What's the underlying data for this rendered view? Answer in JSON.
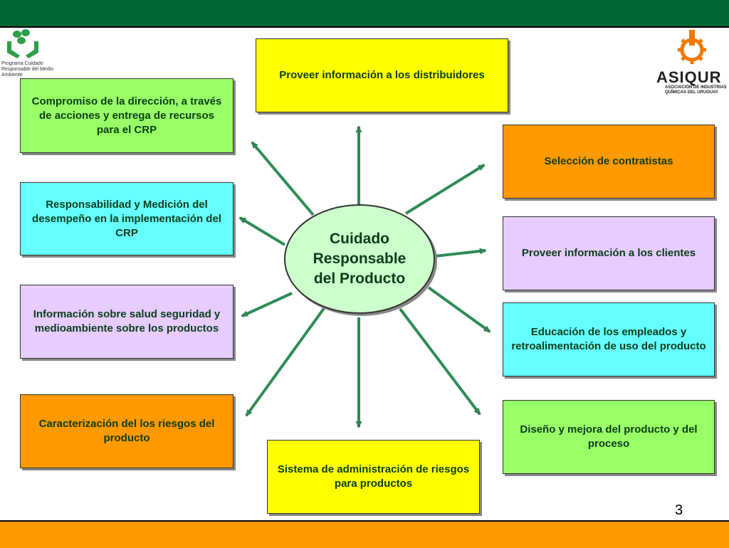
{
  "center": {
    "line1": "Cuidado",
    "line2": "Responsable",
    "line3": "del Producto"
  },
  "boxes": {
    "distribuidores": "Proveer información  a los distribuidores",
    "compromiso": "Compromiso de la dirección, a través de acciones y entrega de recursos para el CRP",
    "contratistas": "Selección de contratistas",
    "responsabilidad": "Responsabilidad y Medición del desempeño en la implementación del CRP",
    "clientes": "Proveer información a los clientes",
    "informacion_salud": "Información sobre salud seguridad y medioambiente sobre los productos",
    "educacion": "Educación de los empleados y retroalimentación de uso del producto",
    "caracterizacion": "Caracterización del los riesgos del producto",
    "diseno": "Diseño y mejora del producto y del proceso",
    "sistema": "Sistema de administración de riesgos para productos"
  },
  "logos": {
    "left_text": "Programa Cuidado Responsable del Medio Ambiente",
    "right_title": "ASIQUR",
    "right_sub": "ASOCIACIÓN DE INDUSTRIAS QUÍMICAS DEL URUGUAY"
  },
  "page_number": "3",
  "colors": {
    "header": "#006633",
    "footer": "#ff9900",
    "arrow": "#2e8b57"
  }
}
